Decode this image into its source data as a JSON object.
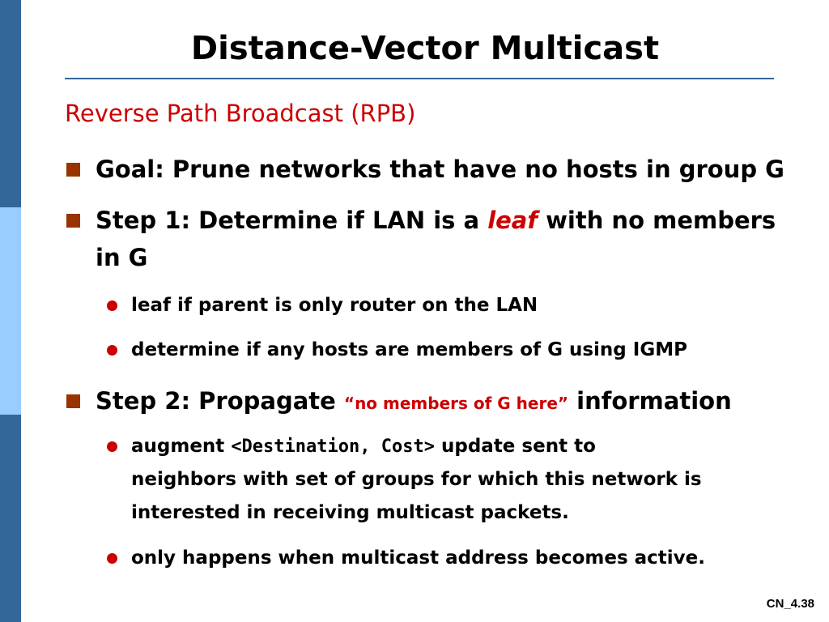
{
  "colors": {
    "stripe_dark": "#336699",
    "stripe_light": "#99ccff",
    "rule": "#336699",
    "accent_red": "#cc0000",
    "bullet_square": "#993300",
    "bullet_dot": "#cc0000",
    "text": "#000000"
  },
  "slide": {
    "title": "Distance-Vector Multicast",
    "subtitle": "Reverse Path Broadcast (RPB)",
    "bullets": [
      {
        "text": "Goal: Prune networks that have no hosts in group G"
      },
      {
        "before": "Step 1: Determine if LAN is a ",
        "highlight": "leaf",
        "after": " with no members",
        "line2": "in G",
        "sub": [
          "leaf if parent is only router on the LAN",
          "determine if any hosts are members of G using IGMP"
        ]
      },
      {
        "before": "Step 2: Propagate ",
        "highlight": "“no members of G here”",
        "after": " information",
        "sub": [
          {
            "before": "augment ",
            "code": "<Destination, Cost>",
            "after": " update sent to",
            "line2": "neighbors with set of groups for which this network is",
            "line3": "interested in receiving multicast packets."
          },
          {
            "text": "only happens when multicast address becomes active."
          }
        ]
      }
    ],
    "footer": "CN_4.38"
  }
}
